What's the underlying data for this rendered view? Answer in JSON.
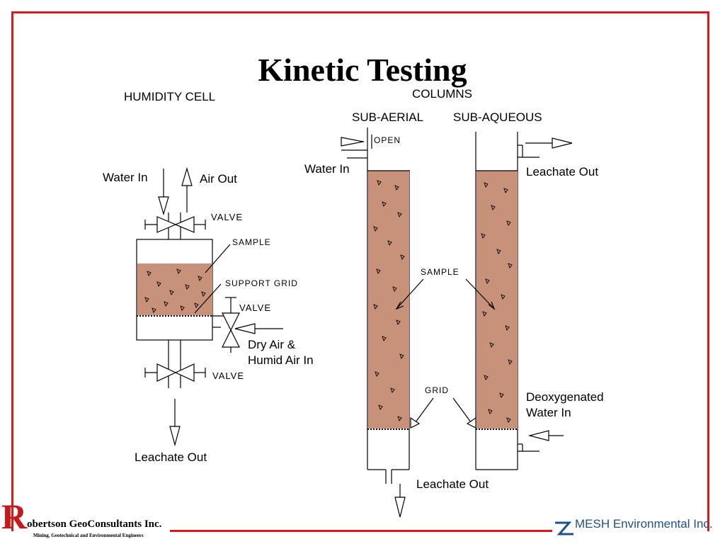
{
  "slide": {
    "title": "Kinetic Testing"
  },
  "humidity_cell": {
    "heading": "HUMIDITY CELL",
    "water_in": "Water In",
    "air_out": "Air Out",
    "valve_top": "VALVE",
    "sample": "SAMPLE",
    "support_grid": "SUPPORT GRID",
    "valve_side": "VALVE",
    "dry_air_1": "Dry Air &",
    "dry_air_2": "Humid Air In",
    "valve_bottom": "VALVE",
    "leachate_out": "Leachate Out"
  },
  "columns": {
    "heading": "COLUMNS",
    "sub_aerial": "SUB-AERIAL",
    "sub_aqueous": "SUB-AQUEOUS",
    "open": "OPEN",
    "water_in": "Water In",
    "leachate_out_top": "Leachate Out",
    "sample": "SAMPLE",
    "grid": "GRID",
    "deoxygenated_1": "Deoxygenated",
    "deoxygenated_2": "Water In",
    "leachate_out_bottom": "Leachate Out"
  },
  "footer": {
    "company_left_initial": "R",
    "company_left": "obertson GeoConsultants Inc.",
    "company_left_tagline": "Mining, Geotechnical and Environmental Engineers",
    "company_right": "MESH Environmental Inc."
  },
  "colors": {
    "frame": "#e01818",
    "sample_fill": "#c8917a",
    "logo_blue": "#1f4f8f"
  }
}
